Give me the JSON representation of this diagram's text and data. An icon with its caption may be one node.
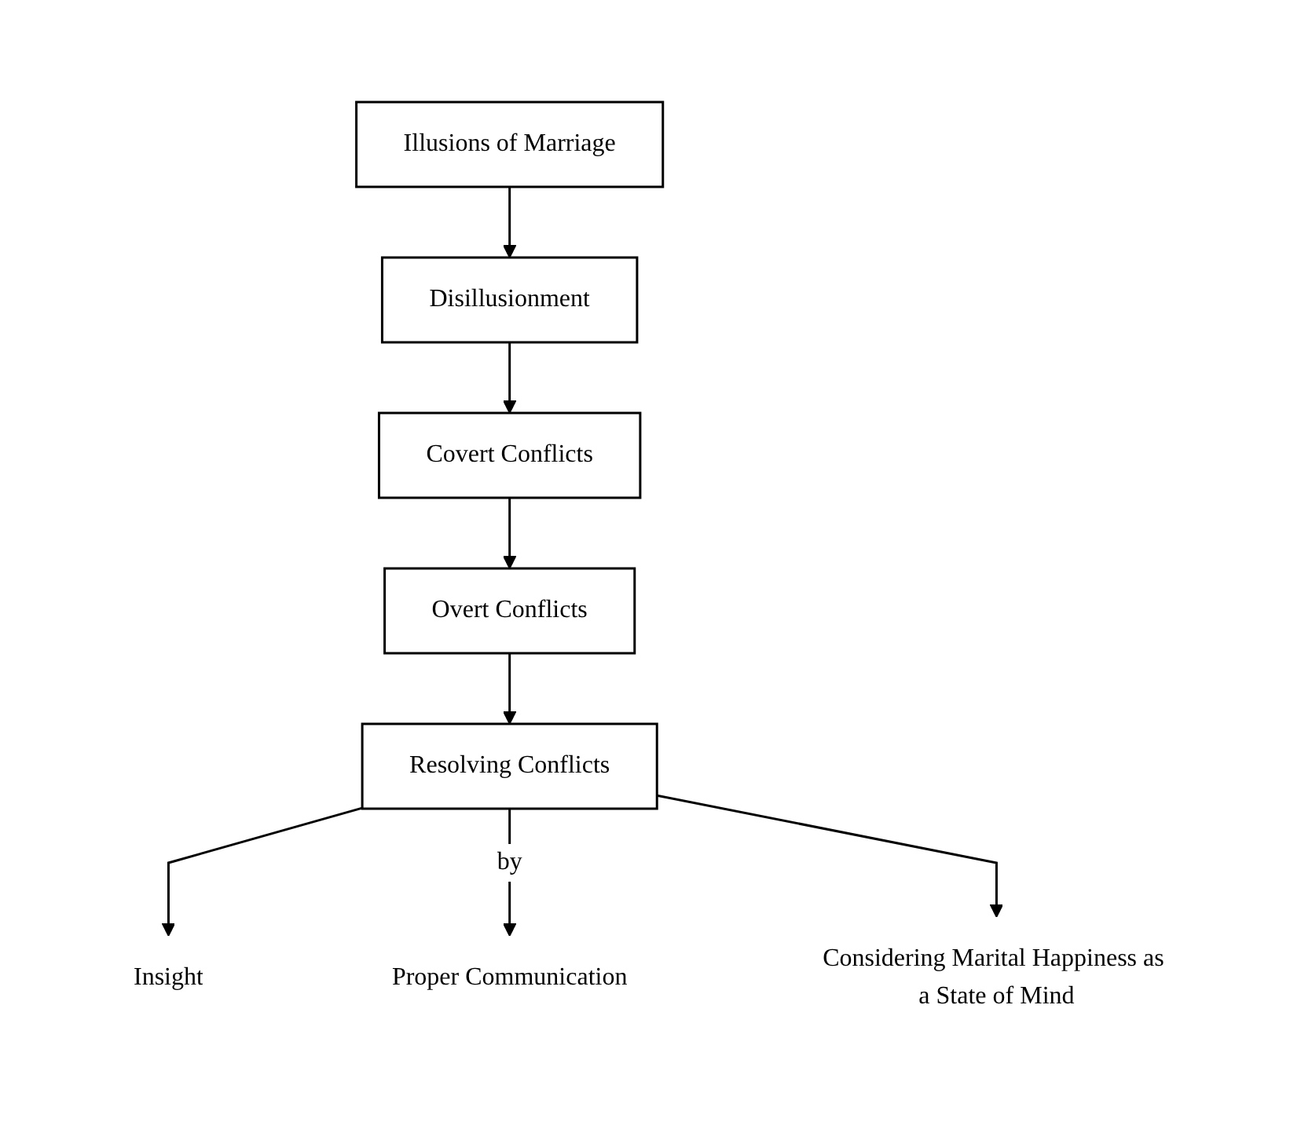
{
  "diagram": {
    "nodes": [
      {
        "text": [
          "Illusions of Marriage"
        ]
      },
      {
        "text": [
          "Disillusionment"
        ]
      },
      {
        "text": [
          "Covert Conflicts"
        ]
      },
      {
        "text": [
          "Overt Conflicts"
        ]
      },
      {
        "text": [
          "Resolving Conflicts"
        ]
      },
      {
        "text": [
          "Insight"
        ]
      },
      {
        "text": [
          "Proper Communication"
        ]
      },
      {
        "text": [
          "Considering Marital Happiness as a State of Mind"
        ]
      }
    ],
    "edges": [
      {
        "from": 0,
        "to": 1,
        "arrow": "to"
      },
      {
        "from": 1,
        "to": 2,
        "arrow": "to"
      },
      {
        "from": 2,
        "to": 3,
        "arrow": "to"
      },
      {
        "from": 3,
        "to": 4,
        "arrow": "to"
      },
      {
        "from": 4,
        "to": 5,
        "arrow": "to"
      },
      {
        "from": 4,
        "to": 6,
        "label": "by",
        "arrow": "to"
      },
      {
        "from": 4,
        "to": 7,
        "arrow": "to"
      }
    ]
  }
}
